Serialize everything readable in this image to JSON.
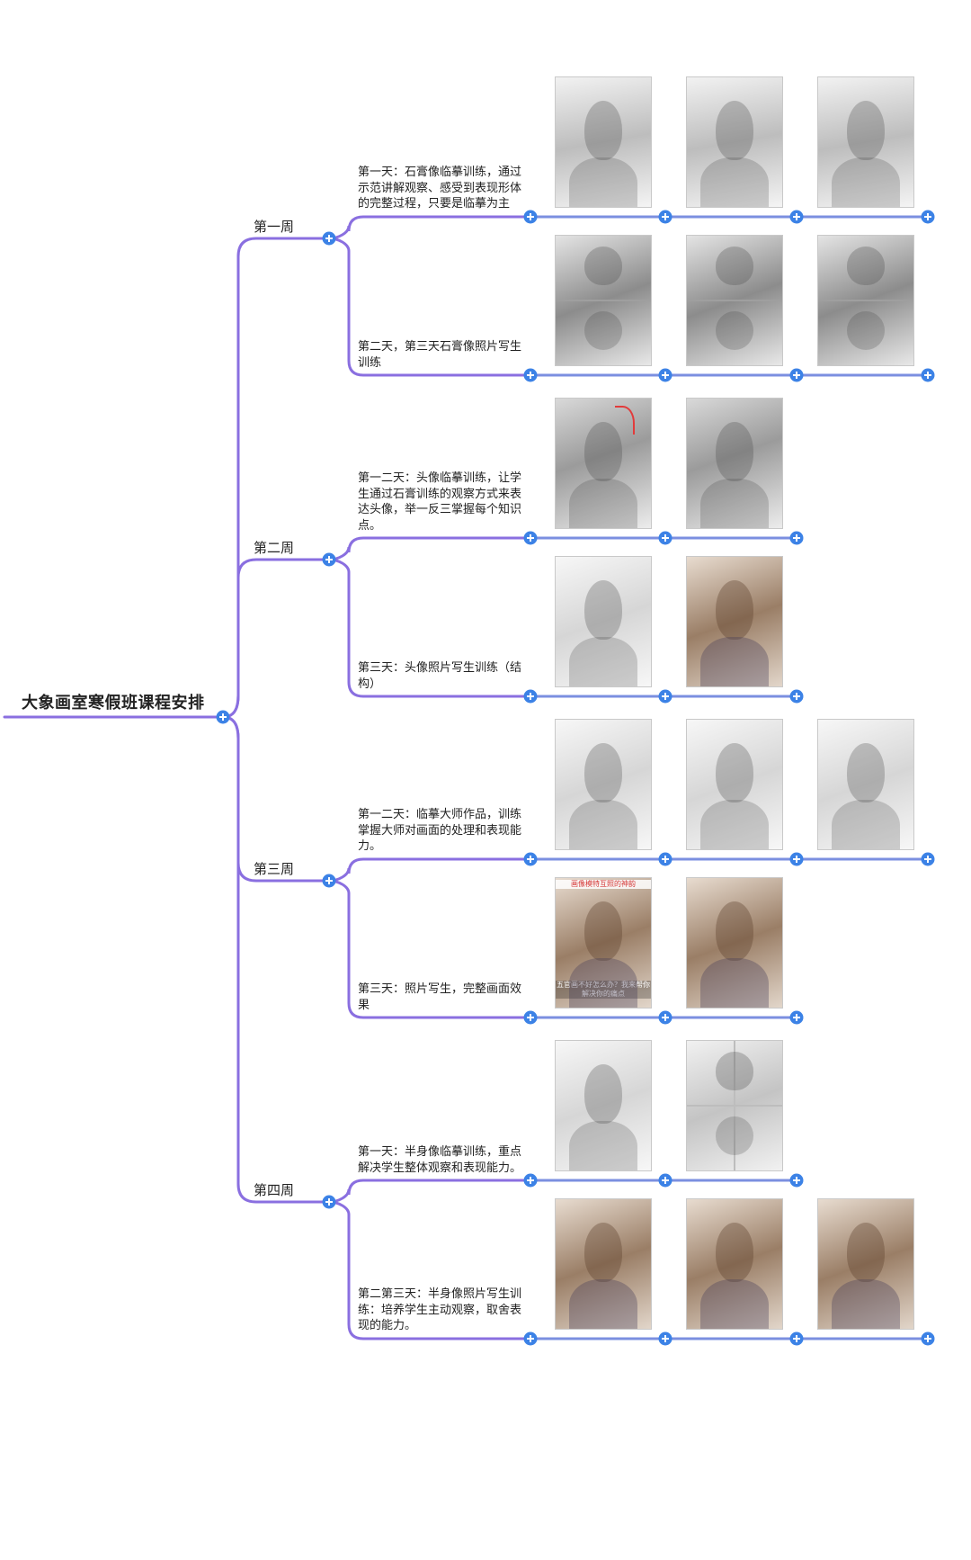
{
  "mindmap": {
    "root": "大象画室寒假班课程安排",
    "colors": {
      "branch": "#8a6fe0",
      "leaf_line": "#7b8fe0",
      "node": "#3c82e6",
      "node_plus": "#ffffff"
    },
    "weeks": [
      {
        "label": "第一周",
        "days": [
          {
            "text": "第一天：石膏像临摹训练，通过示范讲解观察、感受到表现形体的完整过程，只要是临摹为主",
            "images": [
              {
                "kind": "bust"
              },
              {
                "kind": "bust"
              },
              {
                "kind": "bust"
              }
            ]
          },
          {
            "text": "第二天，第三天石膏像照片写生训练",
            "images": [
              {
                "kind": "split"
              },
              {
                "kind": "split"
              },
              {
                "kind": "split"
              }
            ]
          }
        ]
      },
      {
        "label": "第二周",
        "days": [
          {
            "text": "第一二天：头像临摹训练，让学生通过石膏训练的观察方式来表达头像，举一反三掌握每个知识点。",
            "images": [
              {
                "kind": "plain",
                "mark": true
              },
              {
                "kind": "plain"
              }
            ]
          },
          {
            "text": "第三天：头像照片写生训练（结构）",
            "images": [
              {
                "kind": "sheet"
              },
              {
                "kind": "photo"
              }
            ]
          }
        ]
      },
      {
        "label": "第三周",
        "days": [
          {
            "text": "第一二天：临摹大师作品，训练掌握大师对画面的处理和表现能力。",
            "images": [
              {
                "kind": "sheet"
              },
              {
                "kind": "sheet"
              },
              {
                "kind": "sheet"
              }
            ]
          },
          {
            "text": "第三天：照片写生，完整画面效果",
            "images": [
              {
                "kind": "photo",
                "top_caption": "画像模特互照的神韵",
                "bottom_caption": "五官画不好怎么办？我来帮你解决你的痛点"
              },
              {
                "kind": "photo"
              }
            ]
          }
        ]
      },
      {
        "label": "第四周",
        "days": [
          {
            "text": "第一天：半身像临摹训练，重点解决学生整体观察和表现能力。",
            "images": [
              {
                "kind": "sheet"
              },
              {
                "kind": "quad"
              }
            ]
          },
          {
            "text": "第二第三天：半身像照片写生训练：培养学生主动观察，取舍表现的能力。",
            "images": [
              {
                "kind": "photo"
              },
              {
                "kind": "photo"
              },
              {
                "kind": "photo"
              }
            ]
          }
        ]
      }
    ]
  }
}
